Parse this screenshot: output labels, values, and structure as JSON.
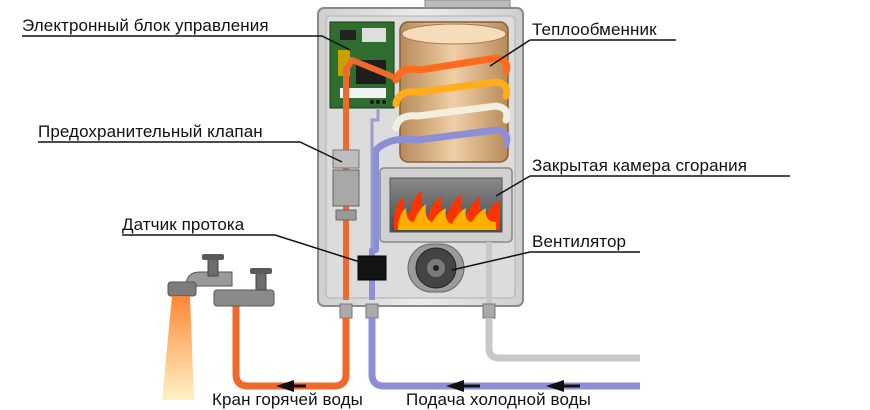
{
  "diagram": {
    "title": "Схема газовой колонки с закрытой камерой сгорания",
    "labels": {
      "control_unit": "Электронный блок управления",
      "heat_exchanger": "Теплообменник",
      "safety_valve": "Предохранительный клапан",
      "combustion_chamber": "Закрытая камера сгорания",
      "flow_sensor": "Датчик протока",
      "fan": "Вентилятор",
      "hot_water_outlet": "Кран горячей воды",
      "cold_water_inlet": "Подача холодной воды"
    },
    "colors": {
      "hot_pipe": "#ef6a2a",
      "cold_pipe": "#8c8fd6",
      "gas_pipe": "#c8c8c8",
      "body": "#d9d9d9",
      "flame": "#ff3300",
      "heat_exchanger": "#d0a070"
    }
  }
}
